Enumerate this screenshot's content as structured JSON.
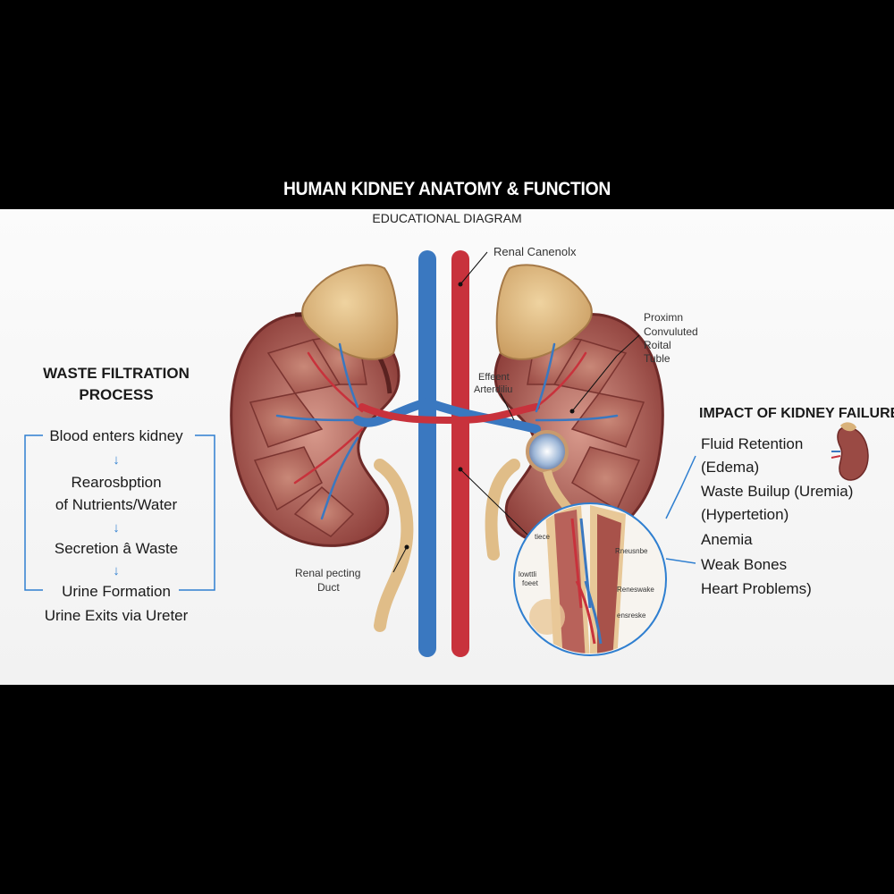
{
  "title": "HUMAN KIDNEY ANATOMY & FUNCTION",
  "subtitle": "EDUCATIONAL DIAGRAM",
  "left_panel": {
    "heading_line1": "WASTE FILTRATION",
    "heading_line2": "PROCESS",
    "steps": [
      "Blood enters kidney",
      "Rearosbption",
      "of Nutrients/Water",
      "Secretion â Waste",
      "Urine Formation",
      "Urine Exits via Ureter"
    ],
    "arrow_glyph": "↓"
  },
  "right_panel": {
    "heading": "IMPACT OF KIDNEY FAILURE",
    "items": [
      "Fluid Retention",
      "(Edema)",
      "Waste Builup (Uremia)",
      "(Hypertetion)",
      "Anemia",
      "Weak Bones",
      "Heart Problems)"
    ]
  },
  "labels": {
    "renal_corpuscle": "Renal Canenolx",
    "proximal_1": "Proximn",
    "proximal_2": "Convuluted",
    "proximal_3": "Roital",
    "proximal_4": "Tuble",
    "efferent_1": "Effeent",
    "efferent_2": "Arterdiliu",
    "collecting_1": "Renal pecting",
    "collecting_2": "Duct",
    "inset_1": "tiece",
    "inset_2": "lowttli",
    "inset_3": "foeet",
    "inset_4": "Rneusnbe",
    "inset_5": "Reneswake",
    "inset_6": "ensreske"
  },
  "colors": {
    "artery": "#c8323c",
    "vein": "#3a78c0",
    "kidney_outer": "#8c3c3a",
    "kidney_inner": "#b86a5e",
    "adrenal": "#d9b27a",
    "ureter": "#e8c898",
    "accent_blue": "#2f7fd0"
  }
}
